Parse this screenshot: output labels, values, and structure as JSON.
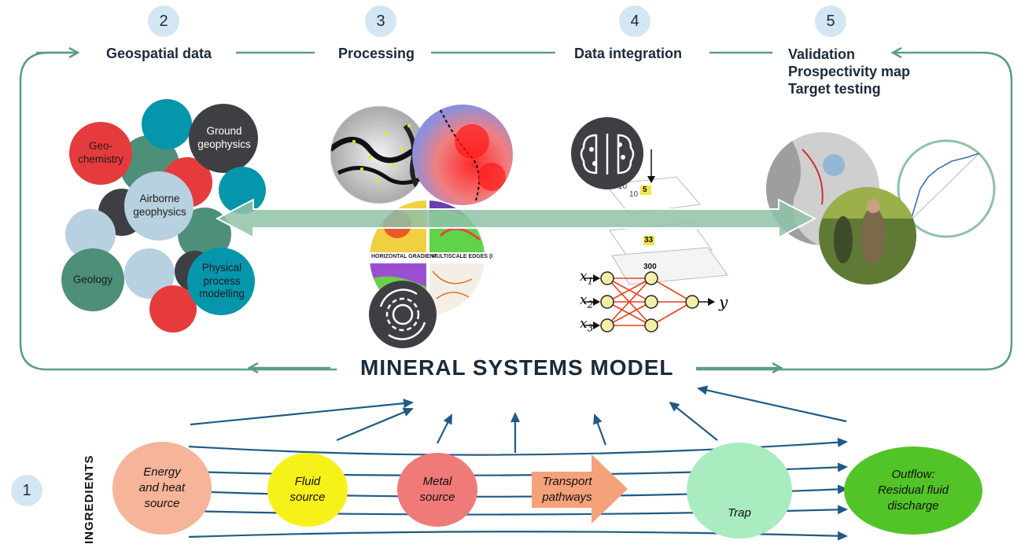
{
  "steps": [
    {
      "num": "2",
      "label": "Geospatial data"
    },
    {
      "num": "3",
      "label": "Processing"
    },
    {
      "num": "4",
      "label": "Data integration"
    },
    {
      "num": "5",
      "label": "Validation"
    }
  ],
  "validation_lines": [
    "Validation",
    "Prospectivity map",
    "Target testing"
  ],
  "bubbles": {
    "geochemistry": "Geo-\nchemistry",
    "ground_geophysics": "Ground\ngeophysics",
    "airborne_geophysics": "Airborne\ngeophysics",
    "geology": "Geology",
    "physical_process": "Physical\nprocess\nmodelling"
  },
  "processing_panels": [
    "HORIZONTAL GRADIENT",
    "MULTISCALE EDGES (I"
  ],
  "nn": {
    "x1": "x1",
    "x2": "x2",
    "x3": "x3",
    "y": "y"
  },
  "grid_numbers": [
    "10",
    "10",
    "5",
    "33",
    "300"
  ],
  "title": "MINERAL SYSTEMS MODEL",
  "ingredients_label": "INGREDIENTS",
  "step1": "1",
  "ingredients": [
    {
      "key": "energy",
      "text": "Energy\nand heat\nsource",
      "color": "#f6b49a"
    },
    {
      "key": "fluid",
      "text": "Fluid\nsource",
      "color": "#f7f11a"
    },
    {
      "key": "metal",
      "text": "Metal\nsource",
      "color": "#f07a78"
    },
    {
      "key": "transport",
      "text": "Transport\npathways",
      "color": "#f4a27a"
    },
    {
      "key": "trap",
      "text": "Trap",
      "color": "#a8ecc0"
    },
    {
      "key": "outflow",
      "text": "Outflow:\nResidual fluid\ndischarge",
      "color": "#53c427"
    }
  ],
  "colors": {
    "loop": "#5c9c86",
    "flow": "#1f5b86",
    "badge": "#d3e6f4",
    "double_arrow": "#8fc2a8"
  }
}
